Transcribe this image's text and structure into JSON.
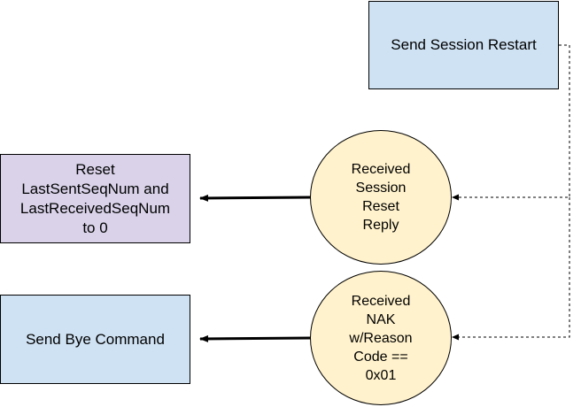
{
  "diagram": {
    "nodes": {
      "send_session_restart": {
        "label": "Send Session Restart",
        "fill": "#cfe2f3"
      },
      "received_session_reset_reply": {
        "label": "Received\nSession\nReset\nReply",
        "fill": "#fff2cc"
      },
      "reset_seqnums": {
        "label": "Reset\nLastSentSeqNum and\nLastReceivedSeqNum\nto 0",
        "fill": "#d9d2e9"
      },
      "received_nak": {
        "label": "Received\nNAK\nw/Reason\nCode ==\n0x01",
        "fill": "#fff2cc"
      },
      "send_bye_command": {
        "label": "Send Bye Command",
        "fill": "#cfe2f3"
      }
    },
    "edges": [
      {
        "from": "send_session_restart",
        "to": "received_session_reset_reply",
        "style": "dashed"
      },
      {
        "from": "send_session_restart",
        "to": "received_nak",
        "style": "dashed"
      },
      {
        "from": "received_session_reset_reply",
        "to": "reset_seqnums",
        "style": "solid-thick"
      },
      {
        "from": "received_nak",
        "to": "send_bye_command",
        "style": "solid-thick"
      }
    ]
  }
}
